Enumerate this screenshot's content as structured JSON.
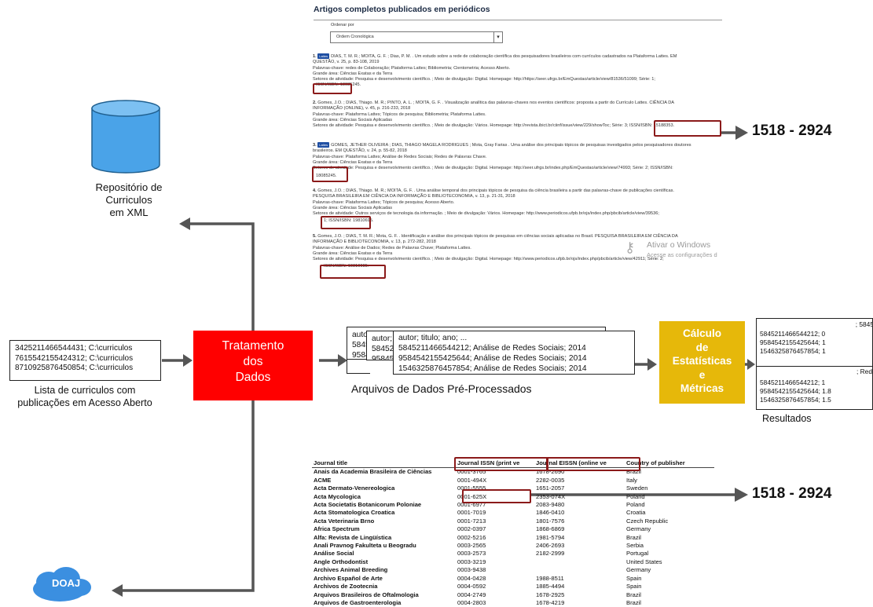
{
  "colors": {
    "red_accent": "#ff0000",
    "box_outline": "#8b1a1a",
    "gold": "#e6b80a",
    "cylinder": "#4aa3e8",
    "doaj_cloud": "#3b8fe0",
    "arrow": "#555555"
  },
  "repository": {
    "label_line1": "Repositório de Curriculos",
    "label_line2": "em XML"
  },
  "doaj": {
    "label": "DOAJ"
  },
  "curriculum_list": {
    "lines": [
      "3425211466544431; C:\\curriculos",
      "7615542155424312; C:\\curriculos",
      "8710925876450854; C:\\curriculos"
    ],
    "caption_line1": "Lista de curriculos com",
    "caption_line2": "publicações em Acesso Aberto"
  },
  "treatment": {
    "line1": "Tratamento",
    "line2": "dos",
    "line3": "Dados"
  },
  "preprocessed": {
    "back1_lines": [
      "autor; t",
      "584521",
      "958454",
      "154632"
    ],
    "back2_lines": [
      "autor;",
      "58452",
      "95845",
      "15463"
    ],
    "front_lines": [
      "autor; titulo; ano; ...",
      "5845211466544212; Análise de Redes Sociais; 2014",
      "9584542155425644; Análise de Redes Sociais; 2014",
      "1546325876457854; Análise de Redes Sociais; 2014"
    ],
    "caption": "Arquivos de Dados Pré-Processados"
  },
  "metrics": {
    "line1": "Cálculo",
    "line2": "de",
    "line3": "Estatísticas",
    "line4": "e",
    "line5": "Métricas"
  },
  "results": {
    "block1": {
      "header": "; 5845",
      "rows": [
        "5845211466544212; 0",
        "9584542155425644; 1",
        "1546325876457854; 1"
      ]
    },
    "block2": {
      "header": "; Red",
      "rows": [
        "5845211466544212; 1",
        "9584542155425644; 1.8",
        "1546325876457854; 1.5"
      ]
    },
    "caption": "Resultados"
  },
  "issn_result_top": "1518 - 2924",
  "issn_result_bottom": "1518 - 2924",
  "lattes_page": {
    "title": "Artigos completos publicados em periódicos",
    "order_label": "Ordenar por",
    "order_value": "Ordem Cronológica",
    "publications": [
      {
        "num": "1.",
        "lines": [
          "DIAS, T. M. R.; MOITA, G. F. ; Dias, P. M. . Um estudo sobre a rede de colaboração científica dos pesquisadores brasileiros com currículos cadastrados na Plataforma Lattes. EM",
          "QUESTÃO, v. 25, p. 83-108, 2019",
          "Palavras-chave: redes de Colaboração; Plataforma Lattes; Bibliometria; Cientometria; Acesso Aberto.",
          "Grande área: Ciências Exatas e da Terra",
          "Setores de atividade: Pesquisa e desenvolvimento científico. ; Meio de divulgação: Digital. Homepage: http://https://seer.ufrgs.br/EmQuestao/article/view/81536/51099; Série: 1;"
        ],
        "issn": "ISSN/ISBN: 18085245."
      },
      {
        "num": "2.",
        "lines": [
          "Gomes, J.O. ; DIAS, Thiago. M. R.; PINTO, A. L. ; MOITA, G. F. . Visualização analítica das palavras-chaves nos eventos científicos: proposta a partir do Currículo Lattes. CIÊNCIA DA",
          "INFORMAÇÃO (ONLINE), v. 45, p. 216-233, 2018",
          "Palavras-chave: Plataforma Lattes; Tópicos de pesquisa; Bibliometria; Plataforma Lattes.",
          "Grande área: Ciências Sociais Aplicadas",
          "Setores de atividade: Pesquisa e desenvolvimento científico. ; Meio de divulgação: Vários. Homepage: http://revista.ibict.br/ciinf/issue/view/229/showToc; Série:"
        ],
        "issn": "3; ISSN/ISBN: 15188353."
      },
      {
        "num": "3.",
        "lines": [
          "GOMES, JETHER OLIVEIRA ; DIAS, THIAGO MAGELA RODRIGUES ; Mota, Gray Farias . Uma análise dos principais tópicos de pesquisas investigados pelos pesquisadores doutores",
          "brasileiros. EM QUESTÃO, v. 24, p. 55-82, 2018",
          "Palavras-chave: Plataforma Lattes; Análise de Redes Sociais; Redes de Palavras Chave.",
          "Grande área: Ciências Exatas e da Terra",
          "Setores de atividade: Pesquisa e desenvolvimento científico. ; Meio de divulgação: Digital. Homepage: http://seer.ufrgs.br/index.php/EmQuestao/article/view/74993; Série: 2; ISSN/ISBN:"
        ],
        "issn": "18085245."
      },
      {
        "num": "4.",
        "lines": [
          "Gomes, J.O. ; DIAS, Thiago. M. R.; MOITA, G. F. . Uma análise temporal dos principais tópicos de pesquisa da ciência brasileira a partir das palavras-chave de publicações científicas.",
          "PESQUISA BRASILEIRA EM CIÊNCIA DA INFORMAÇÃO E BIBLIOTECONOMIA, v. 13, p. 21-31, 2018",
          "Palavras-chave: Plataforma Lattes; Tópicos de pesquisa; Acesso Aberto.",
          "Grande área: Ciências Sociais Aplicadas",
          "Setores de atividade: Outros serviços de tecnologia da informação. ; Meio de divulgação: Vários. Homepage: http://www.periodicos.ufpb.br/ojs/index.php/pbcib/article/view/39536;"
        ],
        "issn": "1; ISSN/ISBN: 19810695."
      },
      {
        "num": "5.",
        "lines": [
          "Gomes, J.O. ; DIAS, T. M. R.; Mota, G. F. . Identificação e análise dos principais tópicos de pesquisas em ciências sociais aplicadas no Brasil. PESQUISA BRASILEIRA EM CIÊNCIA DA",
          "INFORMAÇÃO E BIBLIOTECONOMIA, v. 13, p. 272-282, 2018",
          "Palavras-chave: Análise de Dados; Redes de Palavras Chave; Plataforma Lattes.",
          "Grande área: Ciências Exatas e da Terra",
          "Setores de atividade: Pesquisa e desenvolvimento científico. ; Meio de divulgação: Digital. Homepage: http://www.periodicos.ufpb.br/ojs/index.php/pbcib/article/view/42911; Série: 2;"
        ],
        "issn": "ISSN/ISBN: 19810695."
      }
    ],
    "watermark_line1": "Ativar o Windows",
    "watermark_line2": "Acesse as configurações d"
  },
  "doaj_table": {
    "headers": [
      "Journal title",
      "Journal ISSN (print ve",
      "Journal EISSN (online ve",
      "Country of publisher"
    ],
    "rows": [
      [
        "Anais da Academia Brasileira de Ciências",
        "0001-3765",
        "1678-2690",
        "Brazil"
      ],
      [
        "ACME",
        "0001-494X",
        "2282-0035",
        "Italy"
      ],
      [
        "Acta Dermato-Venereologica",
        "0001-5555",
        "1651-2057",
        "Sweden"
      ],
      [
        "Acta Mycologica",
        "0001-625X",
        "2353-074X",
        "Poland"
      ],
      [
        "Acta Societatis Botanicorum Poloniae",
        "0001-6977",
        "2083-9480",
        "Poland"
      ],
      [
        "Acta Stomatologica Croatica",
        "0001-7019",
        "1846-0410",
        "Croatia"
      ],
      [
        "Acta Veterinaria Brno",
        "0001-7213",
        "1801-7576",
        "Czech Republic"
      ],
      [
        "Africa Spectrum",
        "0002-0397",
        "1868-6869",
        "Germany"
      ],
      [
        "Alfa: Revista de Lingüística",
        "0002-5216",
        "1981-5794",
        "Brazil"
      ],
      [
        "Anali Pravnog Fakulteta u Beogradu",
        "0003-2565",
        "2406-2693",
        "Serbia"
      ],
      [
        "Análise Social",
        "0003-2573",
        "2182-2999",
        "Portugal"
      ],
      [
        "Angle Orthodontist",
        "0003-3219",
        "",
        "United States"
      ],
      [
        "Archives Animal Breeding",
        "0003-9438",
        "",
        "Germany"
      ],
      [
        "Archivo Español de Arte",
        "0004-0428",
        "1988-8511",
        "Spain"
      ],
      [
        "Archivos de Zootecnia",
        "0004-0592",
        "1885-4494",
        "Spain"
      ],
      [
        "Arquivos Brasileiros de Oftalmologia",
        "0004-2749",
        "1678-2925",
        "Brazil"
      ],
      [
        "Arquivos de Gastroenterologia",
        "0004-2803",
        "1678-4219",
        "Brazil"
      ]
    ]
  }
}
